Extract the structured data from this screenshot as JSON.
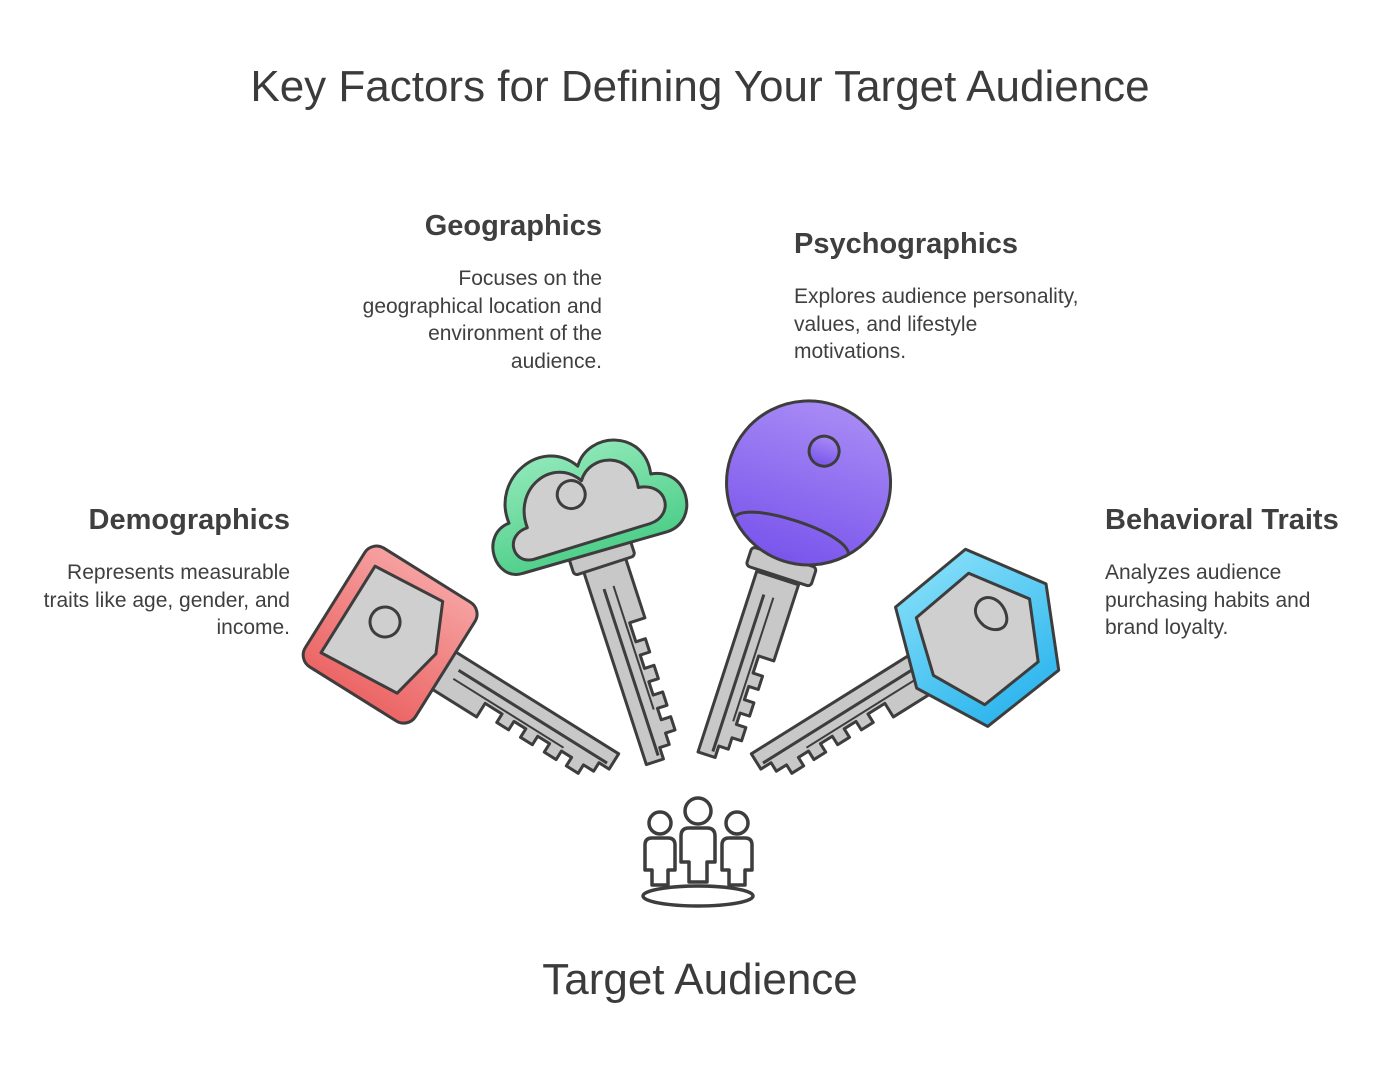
{
  "title": "Key Factors for Defining Your Target Audience",
  "center": {
    "label": "Target Audience",
    "icon": "people-group-icon"
  },
  "factors": [
    {
      "name": "Demographics",
      "description": "Represents measurable traits like age, gender, and income.",
      "key_color": "#f07c7c",
      "icon": "square-key-icon"
    },
    {
      "name": "Geographics",
      "description": "Focuses on the geographical location and environment of the audience.",
      "key_color": "#5dd89a",
      "icon": "cloud-key-icon"
    },
    {
      "name": "Psychographics",
      "description": "Explores audience personality, values, and lifestyle motivations.",
      "key_color": "#8f6cf0",
      "icon": "round-key-icon"
    },
    {
      "name": "Behavioral Traits",
      "description": "Analyzes audience purchasing habits and brand loyalty.",
      "key_color": "#3fc4f0",
      "icon": "hexagon-key-icon"
    }
  ],
  "colors": {
    "key_metal": "#c8c8c8",
    "outline": "#3d3d3d",
    "text": "#3f3f3f"
  }
}
